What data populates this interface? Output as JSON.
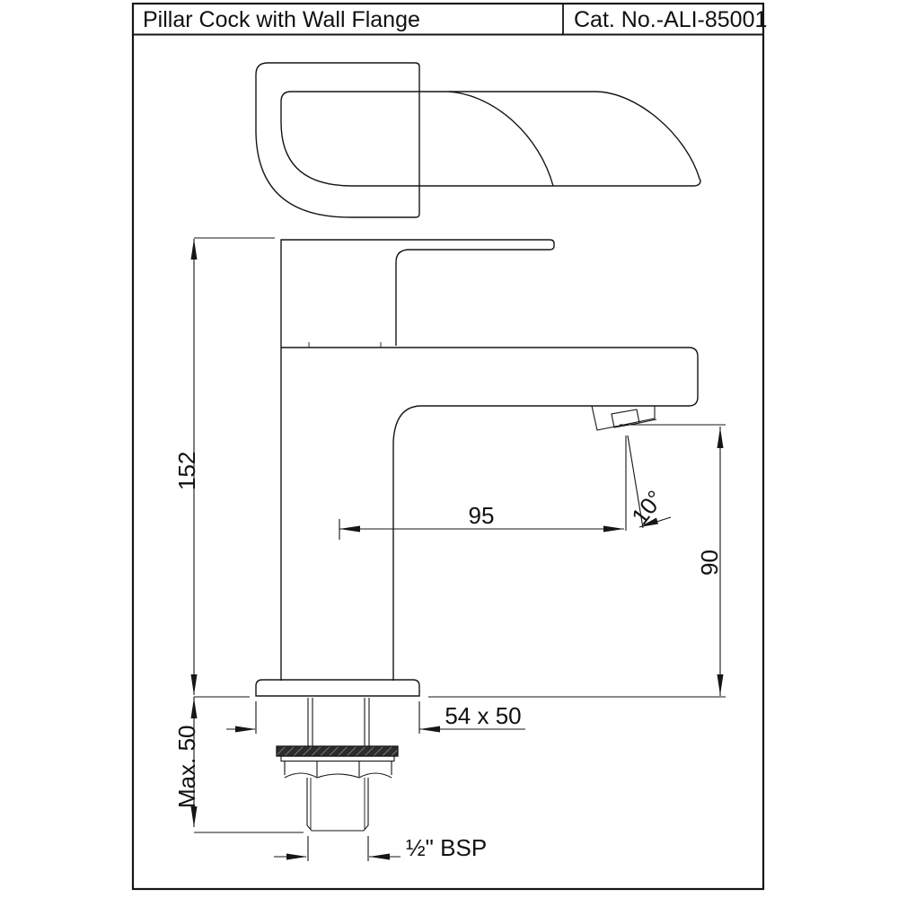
{
  "title_block": {
    "product_name": "Pillar Cock with Wall Flange",
    "catalog_number": "Cat. No.-ALI-85001"
  },
  "dimensions": {
    "overall_height": "152",
    "spout_reach": "95",
    "flow_angle": "10°",
    "spout_height": "90",
    "max_deck_thickness": "Max. 50",
    "base_size": "54 x 50",
    "inlet_thread": "½\" BSP"
  },
  "colors": {
    "line": "#161616",
    "background": "#ffffff",
    "washer_fill": "#2d2d2d",
    "washer_hatch": "#8a8a8a"
  }
}
